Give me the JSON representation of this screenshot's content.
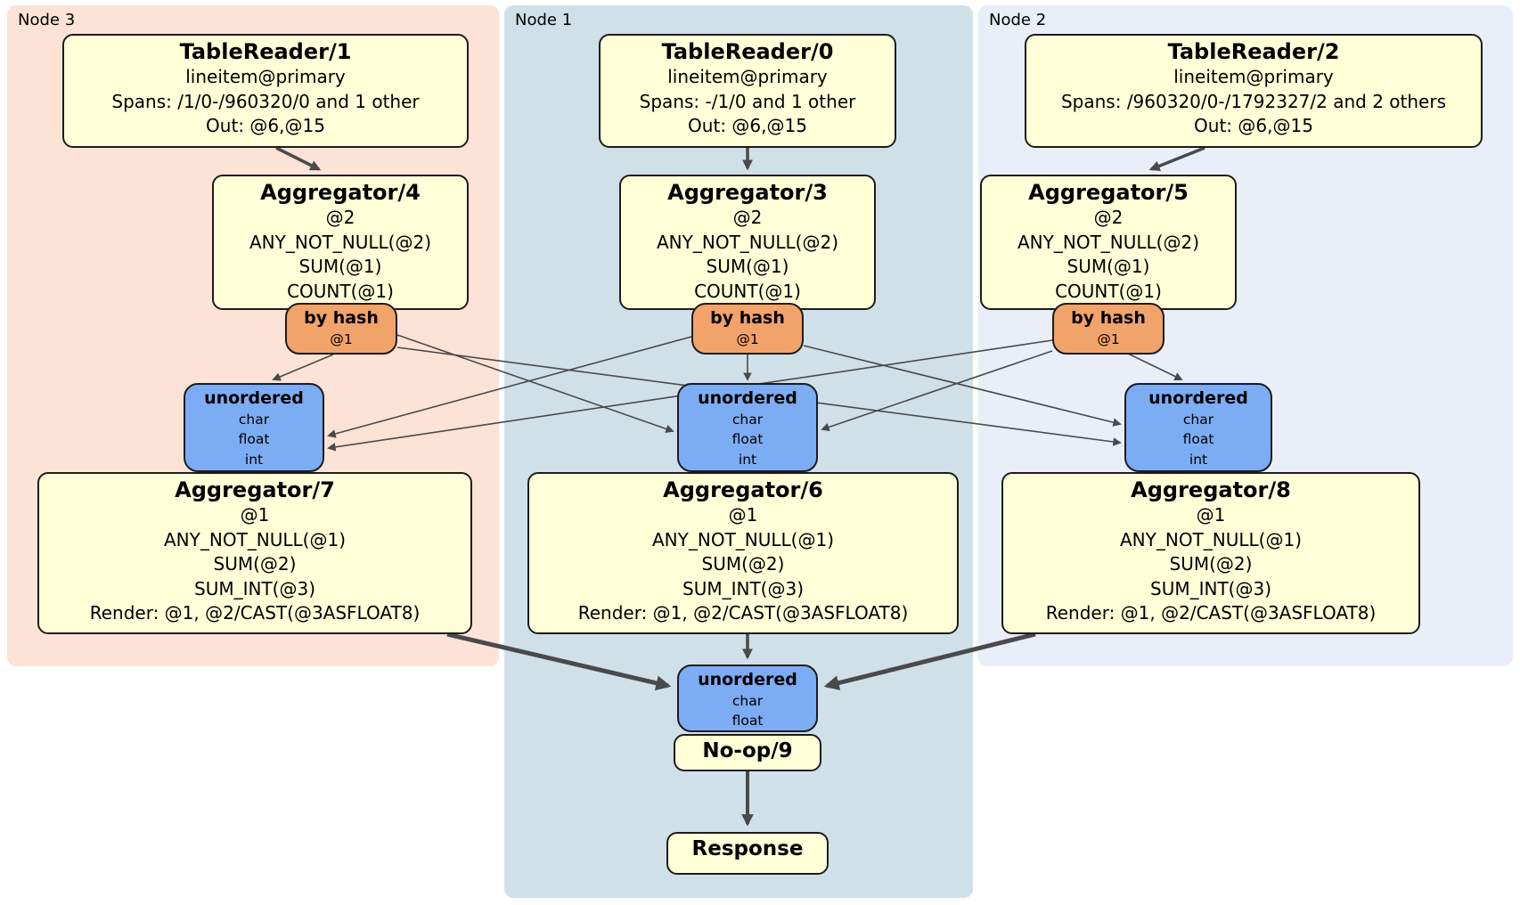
{
  "nodes": {
    "node3": {
      "label": "Node 3"
    },
    "node1": {
      "label": "Node 1"
    },
    "node2": {
      "label": "Node 2"
    }
  },
  "boxes": {
    "tr1": {
      "title": "TableReader/1",
      "lines": [
        "lineitem@primary",
        "Spans: /1/0-/960320/0 and 1 other",
        "Out: @6,@15"
      ]
    },
    "agg4": {
      "title": "Aggregator/4",
      "lines": [
        "@2",
        "ANY_NOT_NULL(@2)",
        "SUM(@1)",
        "COUNT(@1)"
      ]
    },
    "bh3": {
      "title": "by hash",
      "lines": [
        "@1"
      ]
    },
    "un3": {
      "title": "unordered",
      "lines": [
        "char",
        "float",
        "int"
      ]
    },
    "agg7": {
      "title": "Aggregator/7",
      "lines": [
        "@1",
        "ANY_NOT_NULL(@1)",
        "SUM(@2)",
        "SUM_INT(@3)",
        "Render: @1, @2/CAST(@3ASFLOAT8)"
      ]
    },
    "tr0": {
      "title": "TableReader/0",
      "lines": [
        "lineitem@primary",
        "Spans: -/1/0 and 1 other",
        "Out: @6,@15"
      ]
    },
    "agg3": {
      "title": "Aggregator/3",
      "lines": [
        "@2",
        "ANY_NOT_NULL(@2)",
        "SUM(@1)",
        "COUNT(@1)"
      ]
    },
    "bh1": {
      "title": "by hash",
      "lines": [
        "@1"
      ]
    },
    "un1": {
      "title": "unordered",
      "lines": [
        "char",
        "float",
        "int"
      ]
    },
    "agg6": {
      "title": "Aggregator/6",
      "lines": [
        "@1",
        "ANY_NOT_NULL(@1)",
        "SUM(@2)",
        "SUM_INT(@3)",
        "Render: @1, @2/CAST(@3ASFLOAT8)"
      ]
    },
    "unf": {
      "title": "unordered",
      "lines": [
        "char",
        "float"
      ]
    },
    "noop": {
      "title": "No-op/9"
    },
    "resp": {
      "title": "Response"
    },
    "tr2": {
      "title": "TableReader/2",
      "lines": [
        "lineitem@primary",
        "Spans: /960320/0-/1792327/2 and 2 others",
        "Out: @6,@15"
      ]
    },
    "agg5": {
      "title": "Aggregator/5",
      "lines": [
        "@2",
        "ANY_NOT_NULL(@2)",
        "SUM(@1)",
        "COUNT(@1)"
      ]
    },
    "bh2": {
      "title": "by hash",
      "lines": [
        "@1"
      ]
    },
    "un2": {
      "title": "unordered",
      "lines": [
        "char",
        "float",
        "int"
      ]
    },
    "agg8": {
      "title": "Aggregator/8",
      "lines": [
        "@1",
        "ANY_NOT_NULL(@1)",
        "SUM(@2)",
        "SUM_INT(@3)",
        "Render: @1, @2/CAST(@3ASFLOAT8)"
      ]
    }
  },
  "colors": {
    "node3_bg": "#fce3d6",
    "node1_bg": "#d0e0e9",
    "node2_bg": "#e9eef8",
    "processor_bg": "#ffffd8",
    "router_bg": "#f2a369",
    "sync_bg": "#7cacf3",
    "box_border": "#1c1c1c",
    "edge": "#4a4a4a"
  }
}
